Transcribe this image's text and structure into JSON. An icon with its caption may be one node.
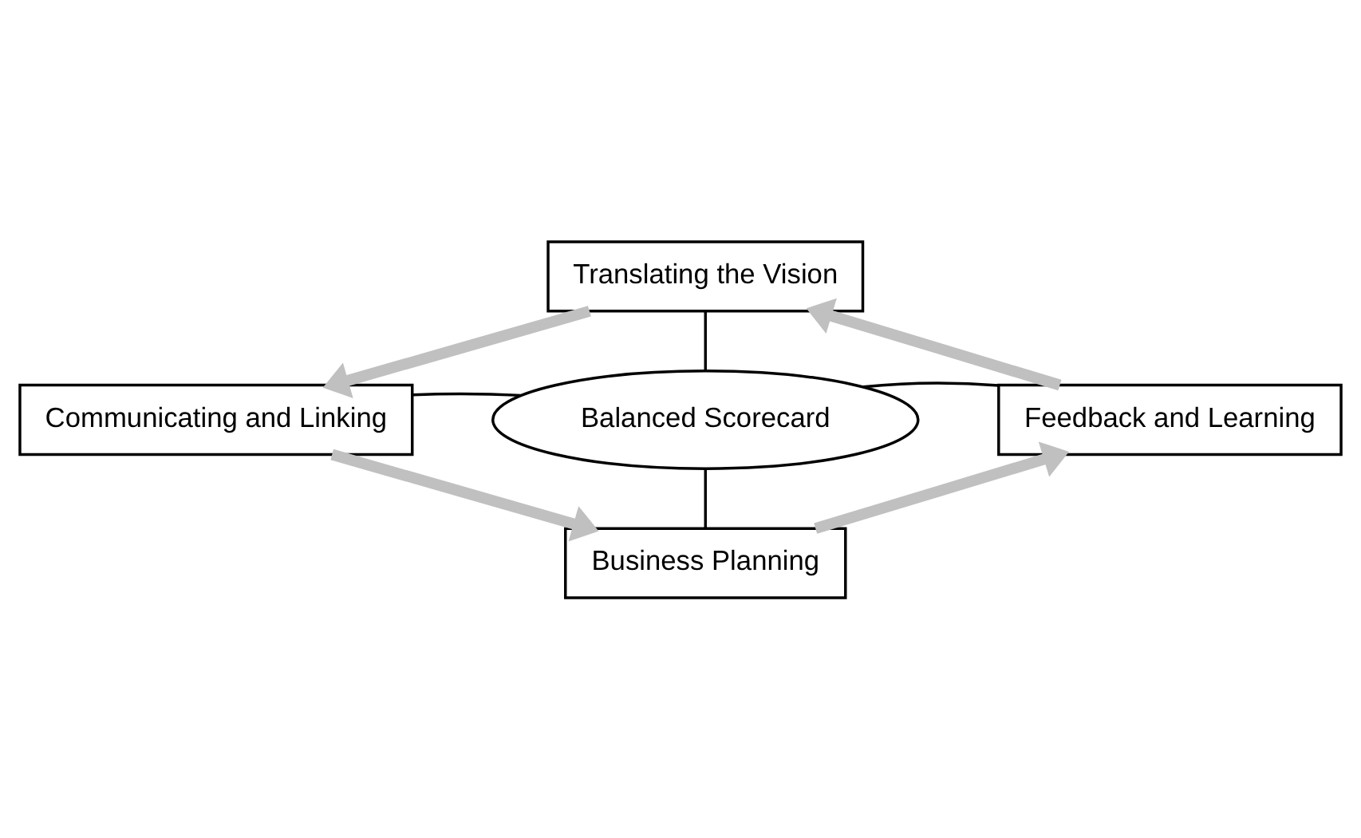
{
  "diagram": {
    "nodes": [
      {
        "text": [
          "Translating the Vision"
        ]
      },
      {
        "text": [
          "Communicating and Linking"
        ]
      },
      {
        "text": [
          "Balanced Scorecard"
        ]
      },
      {
        "text": [
          "Feedback and Learning"
        ]
      },
      {
        "text": [
          "Business Planning"
        ]
      }
    ],
    "edges": [
      {
        "from": 2,
        "to": 0,
        "arrow": "none"
      },
      {
        "from": 2,
        "to": 1,
        "arrow": "none"
      },
      {
        "from": 2,
        "to": 3,
        "arrow": "none"
      },
      {
        "from": 2,
        "to": 4,
        "arrow": "none"
      },
      {
        "from": 0,
        "to": 1,
        "arrow": "to",
        "style": "thick",
        "color": "#c0c0c0"
      },
      {
        "from": 1,
        "to": 4,
        "arrow": "to",
        "style": "thick",
        "color": "#c0c0c0"
      },
      {
        "from": 4,
        "to": 3,
        "arrow": "to",
        "style": "thick",
        "color": "#c0c0c0"
      },
      {
        "from": 3,
        "to": 0,
        "arrow": "to",
        "style": "thick",
        "color": "#c0c0c0"
      }
    ]
  }
}
